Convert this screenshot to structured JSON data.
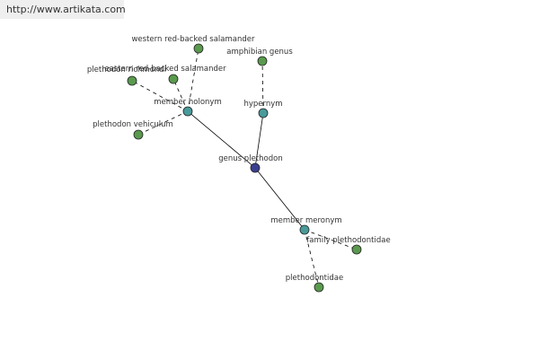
{
  "banner": {
    "text": "http://www.artikata.com"
  },
  "colors": {
    "leaf": "#5a9a4e",
    "relation": "#4a9a9a",
    "center": "#3a3f8f"
  },
  "nodes": {
    "center": "genus plethodon",
    "member_holonym": "member holonym",
    "hypernym": "hypernym",
    "member_meronym": "member meronym",
    "western_red_backed_salamander": "western red-backed salamander",
    "eastern_red_backed_salamander": "eastern red-backed salamander",
    "plethodon_richmondi": "plethodon richmondi",
    "plethodon_vehiculum": "plethodon vehiculum",
    "amphibian_genus": "amphibian genus",
    "family_plethodontidae": "family plethodontidae",
    "plethodontidae": "plethodontidae"
  }
}
